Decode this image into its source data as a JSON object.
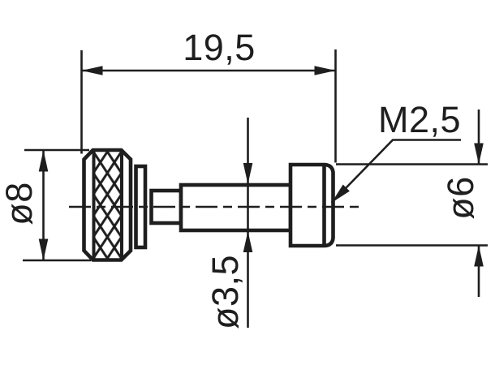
{
  "drawing": {
    "type": "technical-dimension-drawing",
    "part": "knurled thumb screw with threaded end",
    "labels": {
      "overall_length": "19,5",
      "thread": "M2,5",
      "head_diameter": "ø8",
      "shaft_diameter": "ø3,5",
      "tip_diameter": "ø6"
    },
    "colors": {
      "line": "#1e1e1e",
      "background": "#ffffff"
    }
  }
}
